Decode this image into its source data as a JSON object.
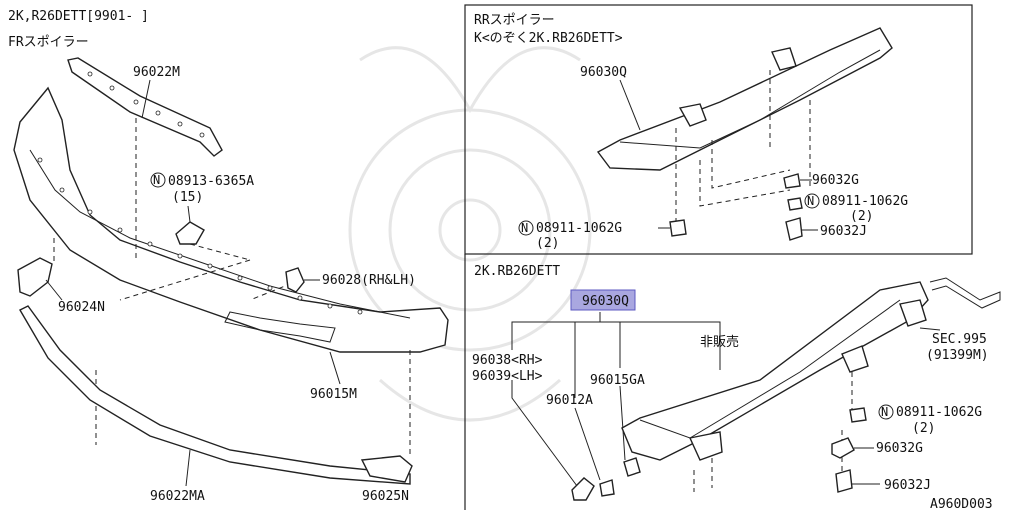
{
  "header": {
    "model_line": "2K,R26DETT[9901-        ]",
    "section_front": "FRスポイラー"
  },
  "rear_top": {
    "title": "RRスポイラー",
    "subtitle": "K<のぞく2K.RB26DETT>",
    "labels": {
      "p96030q": "96030Q",
      "p96032g": "96032G",
      "p08911_right": "08911-1062G",
      "p08911_right_qty": "(2)",
      "p96032j": "96032J",
      "p08911_left": "08911-1062G",
      "p08911_left_qty": "(2)"
    }
  },
  "rear_bottom": {
    "title": "2K.RB26DETT",
    "labels": {
      "p96030q": "96030Q",
      "not_sold": "非販売",
      "p96038": "96038<RH>",
      "p96039": "96039<LH>",
      "p96015ga": "96015GA",
      "p96012a": "96012A",
      "sec": "SEC.995",
      "sec_ref": "(91399M)",
      "p08911": "08911-1062G",
      "p08911_qty": "(2)",
      "p96032g": "96032G",
      "p96032j": "96032J"
    }
  },
  "front": {
    "labels": {
      "p96022m": "96022M",
      "p08913": "08913-6365A",
      "p08913_qty": "(15)",
      "p96028": "96028(RH&LH)",
      "p96024n": "96024N",
      "p96015m": "96015M",
      "p96022ma": "96022MA",
      "p96025n": "96025N"
    }
  },
  "footer": {
    "diagram_code": "A960D003"
  },
  "colors": {
    "highlight": "#a9a7e0",
    "line": "#222222",
    "watermark": "#e6e6e6"
  }
}
